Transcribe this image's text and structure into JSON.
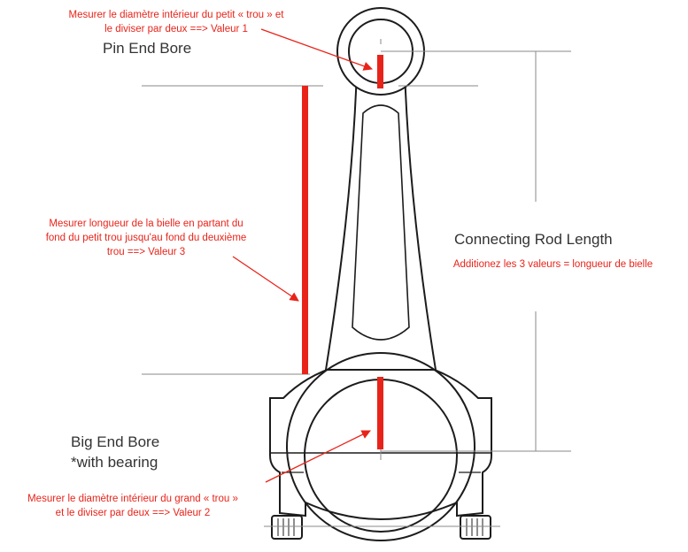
{
  "colors": {
    "annotation": "#e8241a",
    "outline": "#1c1c1c",
    "label": "#333333",
    "guide": "#8a8a8a"
  },
  "labels": {
    "pin_end_bore": "Pin End Bore",
    "connecting_rod_length": "Connecting Rod Length",
    "big_end_bore": [
      "Big End Bore",
      "*with bearing"
    ]
  },
  "annotations": {
    "pin_note": [
      "Mesurer le diamètre intérieur du petit « trou » et",
      "le diviser par deux ==> Valeur 1"
    ],
    "length_note": [
      "Mesurer longueur de la bielle en partant du",
      "fond du petit trou jusqu'au fond du deuxième",
      "trou ==> Valeur 3"
    ],
    "total_note": "Additionez les 3 valeurs = longueur de bielle",
    "big_note": [
      "Mesurer le diamètre intérieur du grand « trou »",
      "et le diviser par deux ==> Valeur 2"
    ]
  }
}
